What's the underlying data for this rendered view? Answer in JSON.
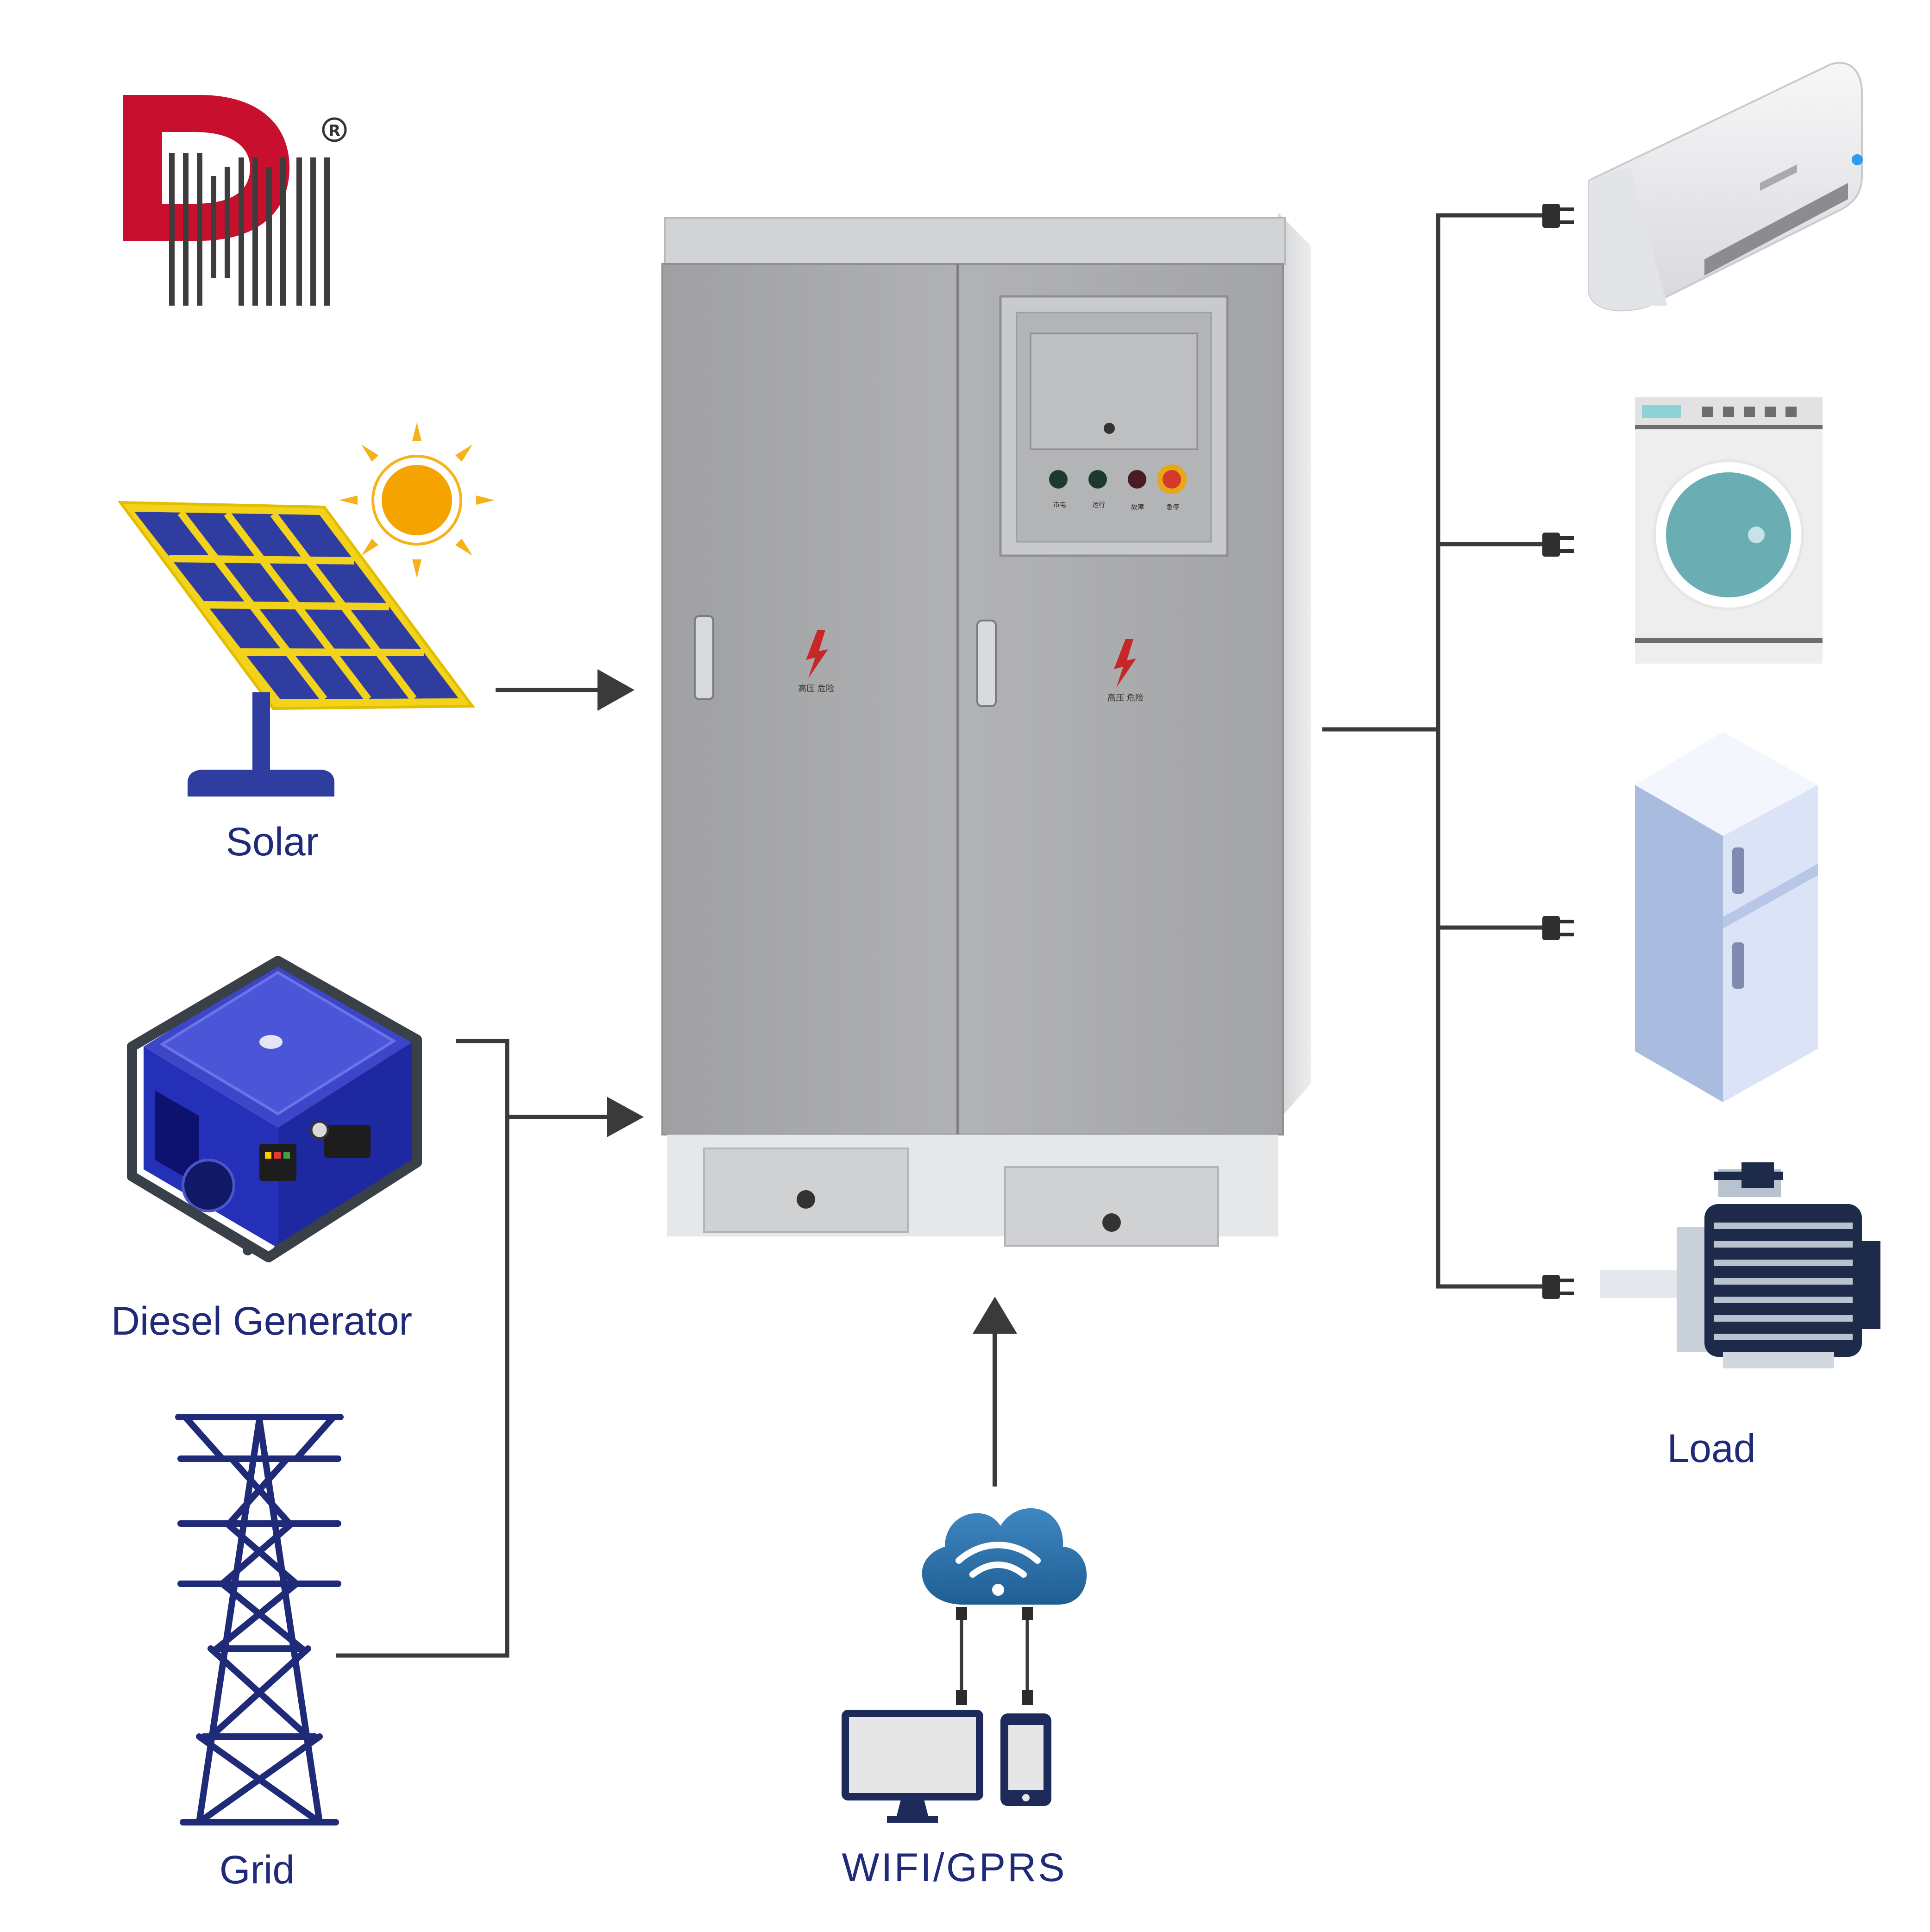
{
  "logo": {
    "text": "DM",
    "registered_mark": "®"
  },
  "sources": {
    "solar": "Solar",
    "diesel": "Diesel Generator",
    "grid": "Grid"
  },
  "communication": "WIFI/GPRS",
  "load_label": "Load",
  "cabinet": {
    "warning_text": "高压 危险",
    "indicator_labels": [
      "市电",
      "运行",
      "故障",
      "急停"
    ]
  },
  "colors": {
    "label": "#1f2a78",
    "logo_red": "#c8102e",
    "cabinet": "#a9aaac",
    "panel_blue": "#2e3d9f",
    "cloud_blue": "#2a6fa8",
    "connector": "#3a3a3a"
  }
}
